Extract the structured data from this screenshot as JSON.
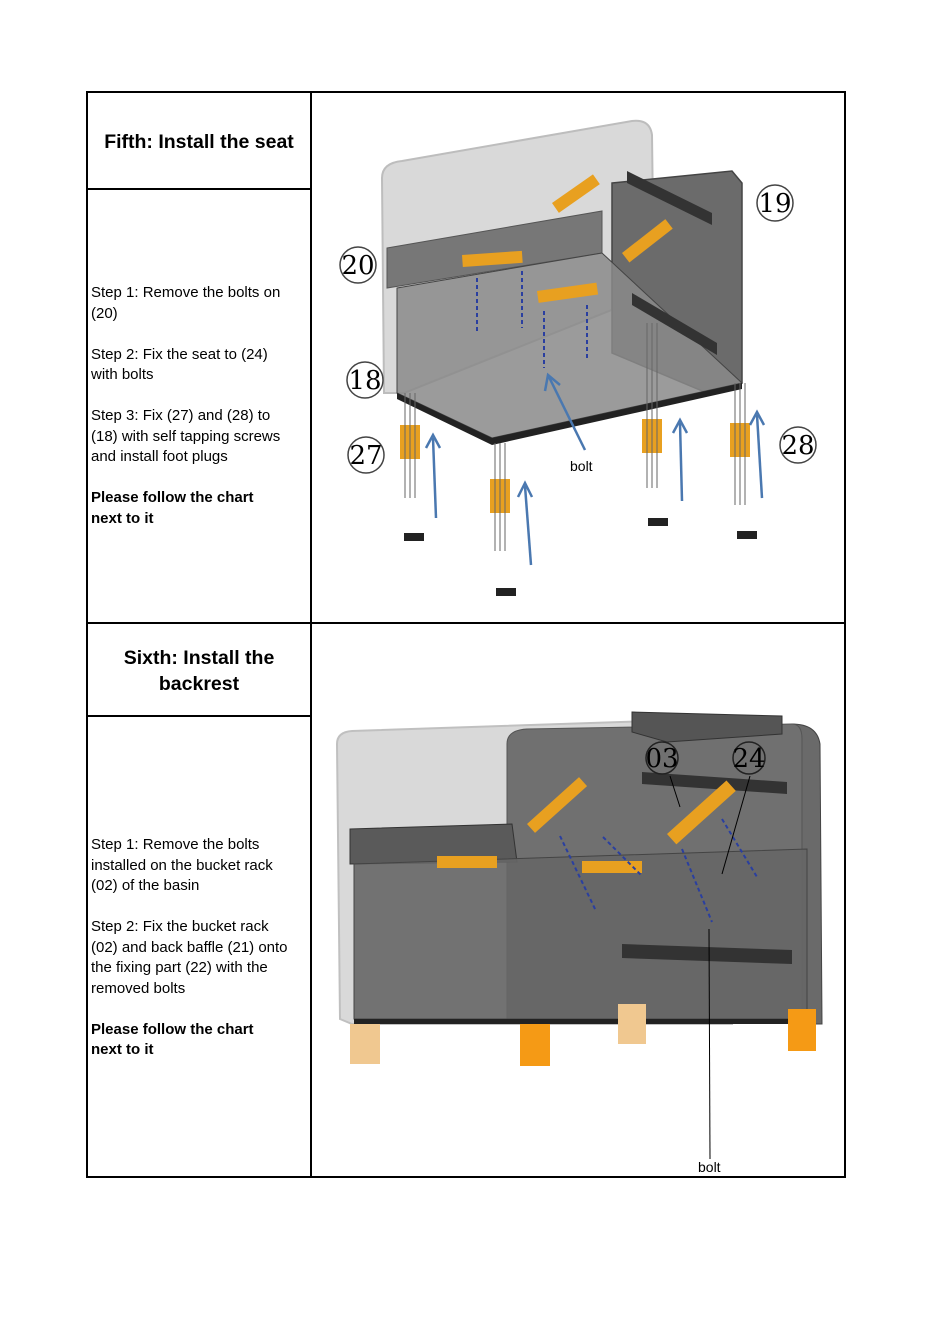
{
  "section5": {
    "title": "Fifth: Install the seat",
    "steps": [
      "Step 1: Remove the bolts on\n(20)",
      "Step 2: Fix the seat to (24)\nwith bolts",
      "Step 3: Fix (27) and (28) to\n(18) with self tapping screws\nand install foot plugs"
    ],
    "note": "Please follow the chart\nnext to it",
    "callouts": {
      "c20": "20",
      "c19": "19",
      "c18": "18",
      "c27": "27",
      "c28": "28"
    },
    "bolt_label": "bolt"
  },
  "section6": {
    "title": "Sixth: Install the\nbackrest",
    "steps": [
      "Step 1: Remove the bolts\ninstalled on the bucket rack\n(02) of the basin",
      "Step 2: Fix the bucket rack\n(02) and back baffle (21) onto\nthe fixing part (22) with the\nremoved bolts"
    ],
    "note": "Please follow the chart\nnext to it",
    "callouts": {
      "c03": "03",
      "c24": "24"
    },
    "bolt_label": "bolt"
  },
  "colors": {
    "frame": "#000000",
    "part_orange": "#e8a020",
    "arrow_blue": "#4a78b0",
    "body_grey": "#5a5a5a"
  }
}
